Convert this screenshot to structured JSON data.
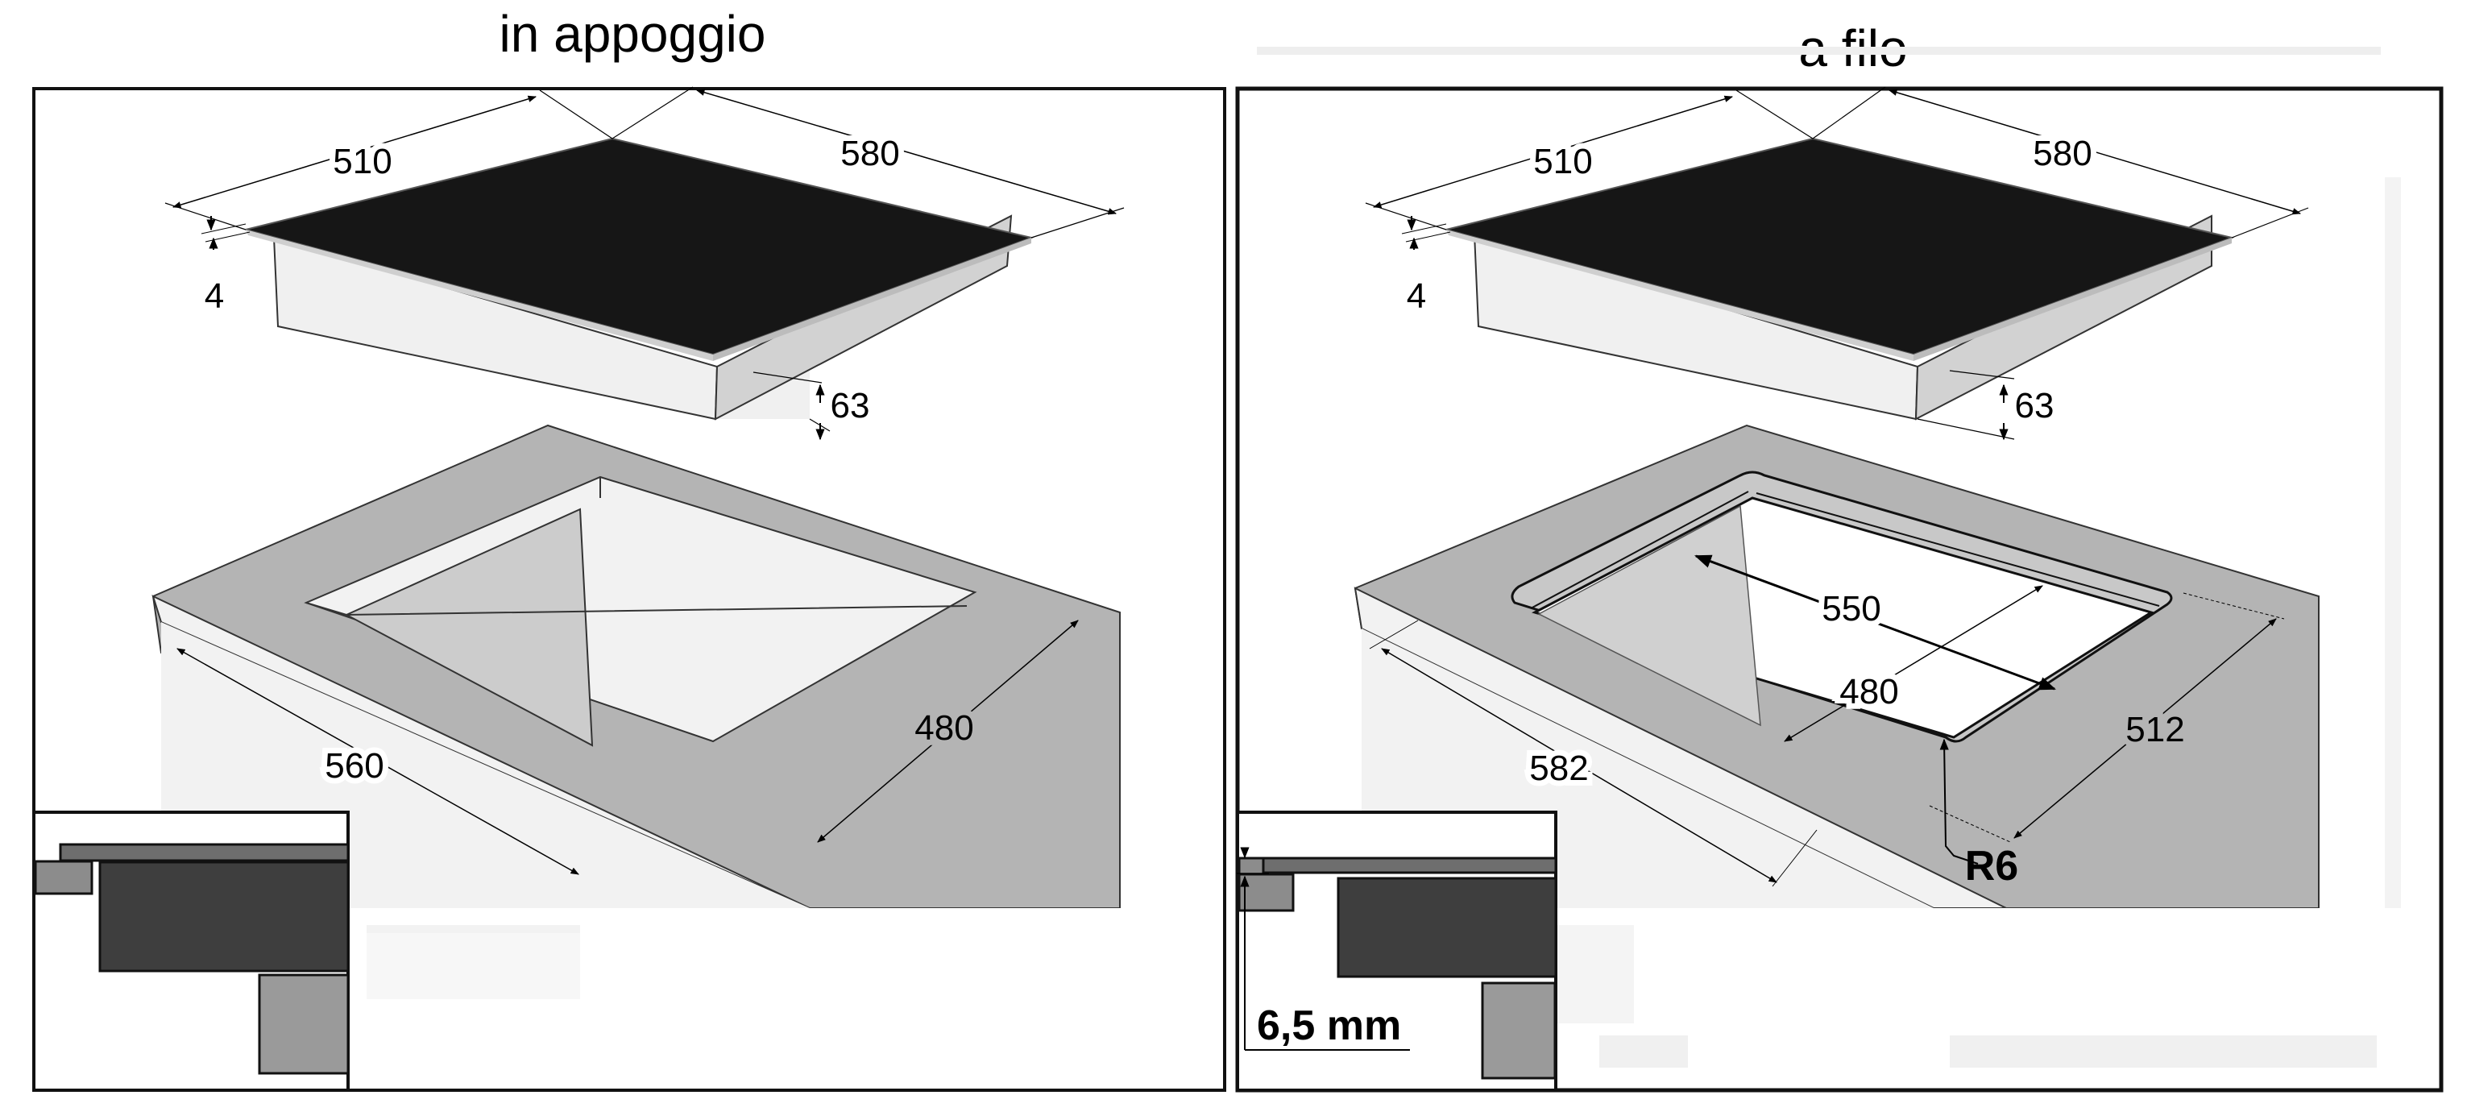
{
  "figure": {
    "panels": [
      {
        "id": "left",
        "title": "in appoggio",
        "hob": {
          "width_label": "510",
          "depth_label": "580",
          "glass_thickness_label": "4",
          "body_height_label": "63"
        },
        "cutout": {
          "length_label": "560",
          "width_label": "480"
        },
        "detail_inset": {
          "label": ""
        }
      },
      {
        "id": "right",
        "title": "a filo",
        "hob": {
          "width_label": "510",
          "depth_label": "580",
          "glass_thickness_label": "4",
          "body_height_label": "63"
        },
        "cutout": {
          "outer_length_label": "582",
          "outer_width_label": "512",
          "inner_length_label": "550",
          "inner_width_label": "480",
          "corner_radius_label": "R6"
        },
        "detail_inset": {
          "label": "6,5 mm"
        }
      }
    ],
    "colors": {
      "glass": "#161616",
      "body_light": "#f0f0f0",
      "body_side": "#d2d2d2",
      "worktop": "#b4b4b4",
      "worktop_edge": "#f2f2f2",
      "cavity_shadow": "#cccccc",
      "inset_glass": "#6e6e6e",
      "inset_body": "#3e3e3e",
      "inset_worktop": "#8c8c8c",
      "inset_support": "#9a9a9a",
      "frame": "#111111"
    }
  }
}
